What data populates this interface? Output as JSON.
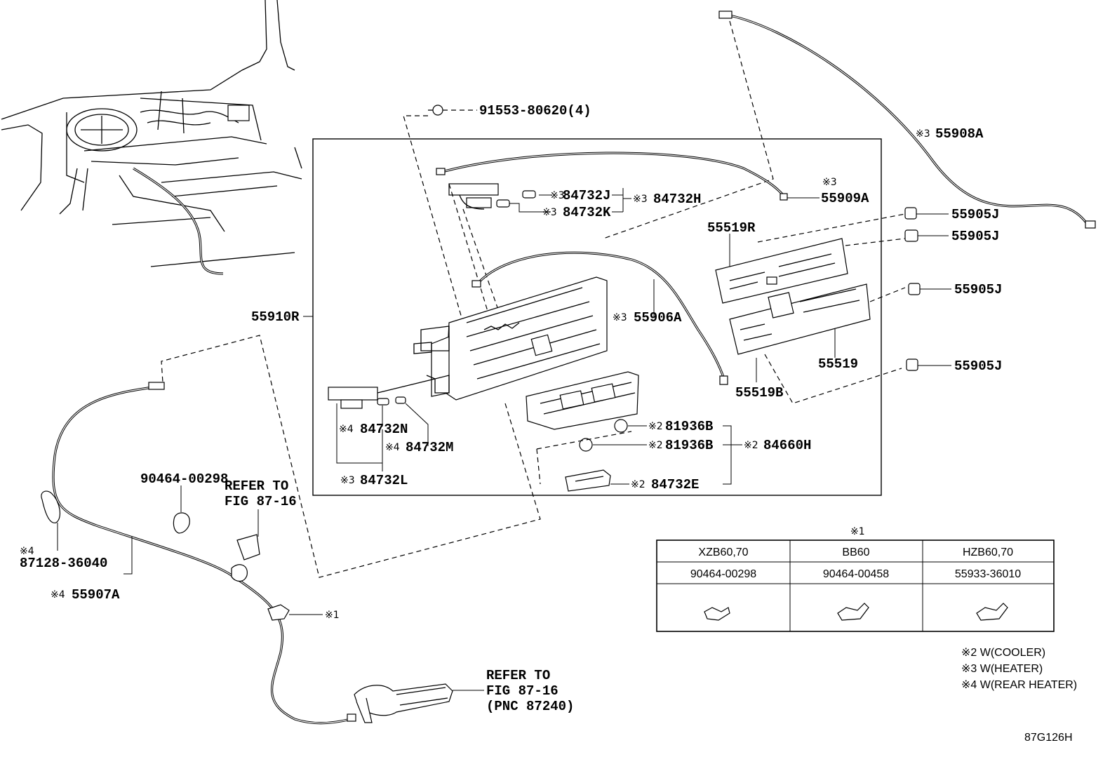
{
  "callouts": {
    "screw": "91553-80620(4)",
    "cable_top_right": "55908A",
    "cable_inner_top": "55909A",
    "conn_j": "84732J",
    "conn_h": "84732H",
    "conn_k": "84732K",
    "control_assy": "55910R",
    "cable_mid": "55906A",
    "panel_r": "55519R",
    "panel": "55519",
    "panel_b": "55519B",
    "knob_1": "55905J",
    "knob_2": "55905J",
    "knob_3": "55905J",
    "knob_4": "55905J",
    "conn_n": "84732N",
    "conn_m": "84732M",
    "conn_l": "84732L",
    "bulb_1": "81936B",
    "bulb_2": "81936B",
    "switch_sub": "84660H",
    "conn_e": "84732E",
    "clamp_top": "90464-00298",
    "part_87128": "87128-36040",
    "cable_left": "55907A",
    "refer_upper": [
      "REFER TO",
      "FIG 87-16"
    ],
    "refer_lower": [
      "REFER TO",
      "FIG 87-16",
      "(PNC 87240)"
    ]
  },
  "marks": {
    "m1": "※1",
    "m2": "※2",
    "m3": "※3",
    "m4": "※4"
  },
  "table": {
    "heading": "※1",
    "columns": [
      "XZB60,70",
      "BB60",
      "HZB60,70"
    ],
    "parts": [
      "90464-00298",
      "90464-00458",
      "55933-36010"
    ]
  },
  "legend": [
    "※2 W(COOLER)",
    "※3 W(HEATER)",
    "※4 W(REAR HEATER)"
  ],
  "figure_id": "87G126H"
}
